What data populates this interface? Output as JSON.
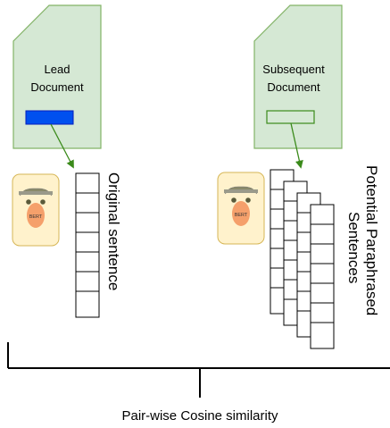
{
  "lead_doc": {
    "line1": "Lead",
    "line2": "Document"
  },
  "subsequent_doc": {
    "line1": "Subsequent",
    "line2": "Document"
  },
  "original_label": "Original sentence",
  "paraphrase_label": {
    "line1": "Potential Paraphrased",
    "line2": "Sentences"
  },
  "bert_label": "BERT",
  "bottom_label": "Pair-wise Cosine similarity",
  "colors": {
    "doc_fill": "#d5e8d4",
    "doc_stroke": "#82b366",
    "arrow": "#3a8a1a",
    "highlight_blue": "#0050ef",
    "bert_fill": "#fff2cc",
    "bert_stroke": "#d6b656",
    "bert_face": "#f5a06b"
  },
  "icons": [
    "document-icon",
    "bert-icon",
    "arrow-icon"
  ]
}
